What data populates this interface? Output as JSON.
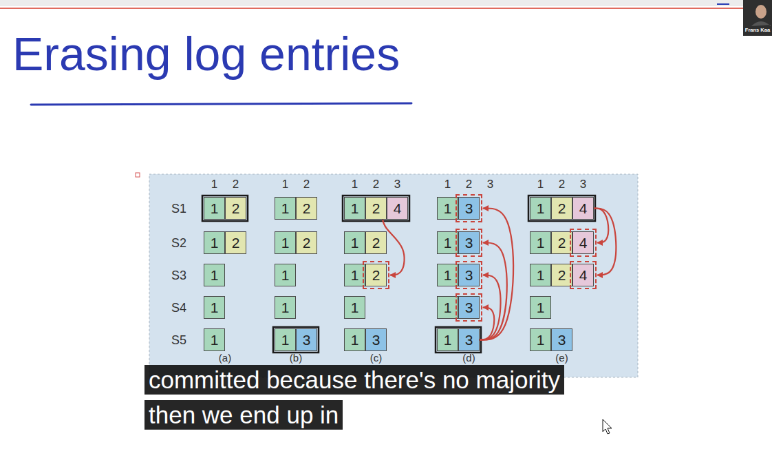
{
  "diagram": {
    "title": "Erasing log entries",
    "caption": "committed because there's no majority then we end up in",
    "nodes": [
      {
        "text": [
          "1"
        ]
      },
      {
        "text": [
          "2"
        ]
      },
      {
        "text": [
          "1"
        ]
      },
      {
        "text": [
          "2"
        ]
      },
      {
        "text": [
          "1"
        ]
      },
      {
        "text": [
          "2"
        ]
      },
      {
        "text": [
          "4"
        ]
      },
      {
        "text": [
          "1"
        ]
      },
      {
        "text": [
          "3"
        ]
      },
      {
        "text": [
          "1"
        ]
      },
      {
        "text": [
          "2"
        ]
      },
      {
        "text": [
          "4"
        ]
      },
      {
        "text": [
          "1"
        ]
      },
      {
        "text": [
          "2"
        ]
      },
      {
        "text": [
          "1"
        ]
      },
      {
        "text": [
          "2"
        ]
      },
      {
        "text": [
          "1"
        ]
      },
      {
        "text": [
          "2"
        ]
      },
      {
        "text": [
          "1"
        ]
      },
      {
        "text": [
          "3"
        ]
      },
      {
        "text": [
          "1"
        ]
      },
      {
        "text": [
          "2"
        ]
      },
      {
        "text": [
          "4"
        ]
      },
      {
        "text": [
          "1"
        ]
      },
      {
        "text": [
          "1"
        ]
      },
      {
        "text": [
          "1"
        ]
      },
      {
        "text": [
          "2"
        ]
      },
      {
        "text": [
          "1"
        ]
      },
      {
        "text": [
          "3"
        ]
      },
      {
        "text": [
          "1"
        ]
      },
      {
        "text": [
          "2"
        ]
      },
      {
        "text": [
          "4"
        ]
      },
      {
        "text": [
          "1"
        ]
      },
      {
        "text": [
          "1"
        ]
      },
      {
        "text": [
          "1"
        ]
      },
      {
        "text": [
          "1"
        ]
      },
      {
        "text": [
          "3"
        ]
      },
      {
        "text": [
          "1"
        ]
      },
      {
        "text": [
          "1"
        ]
      },
      {
        "text": [
          "1"
        ]
      },
      {
        "text": [
          "3"
        ]
      },
      {
        "text": [
          "1"
        ]
      },
      {
        "text": [
          "3"
        ]
      },
      {
        "text": [
          "1"
        ]
      },
      {
        "text": [
          "3"
        ]
      },
      {
        "text": [
          "1"
        ]
      },
      {
        "text": [
          "3"
        ]
      }
    ],
    "edges": [
      {
        "from": 5,
        "to": 26,
        "arrow": "to"
      },
      {
        "from": 44,
        "to": 36,
        "arrow": "to"
      },
      {
        "from": 44,
        "to": 28,
        "arrow": "to"
      },
      {
        "from": 44,
        "to": 19,
        "arrow": "to"
      },
      {
        "from": 44,
        "to": 8,
        "arrow": "to"
      },
      {
        "from": 11,
        "to": 22,
        "arrow": "to"
      },
      {
        "from": 11,
        "to": 31,
        "arrow": "to"
      }
    ],
    "labels": [
      "Frans Kaa",
      "1",
      "2",
      "1",
      "2",
      "1",
      "2",
      "3",
      "1",
      "2",
      "3",
      "1",
      "2",
      "3",
      "S1",
      "S2",
      "S3",
      "S4",
      "S5",
      "(a)",
      "(b)",
      "(c)",
      "(d)",
      "(e)"
    ]
  }
}
